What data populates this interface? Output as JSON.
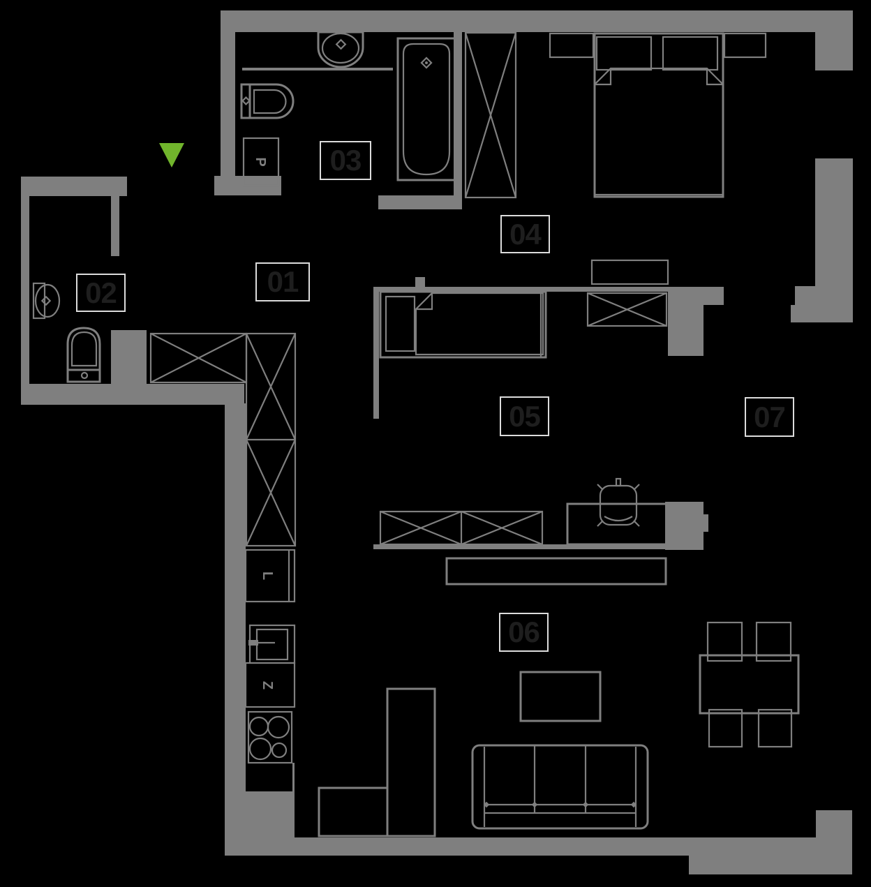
{
  "title": "Apartment floor plan",
  "colors": {
    "background": "#000000",
    "wall": "#7f7f7f",
    "line": "#7f7f7f",
    "label_border": "#dcdcdc",
    "label_text": "#1e1e1e",
    "entrance_arrow": "#71b52c"
  },
  "rooms": [
    {
      "number": "01"
    },
    {
      "number": "02"
    },
    {
      "number": "03"
    },
    {
      "number": "04"
    },
    {
      "number": "05"
    },
    {
      "number": "06"
    },
    {
      "number": "07"
    }
  ],
  "appliances": {
    "washing_machine": "P",
    "fridge": "L",
    "dishwasher": "Z"
  }
}
